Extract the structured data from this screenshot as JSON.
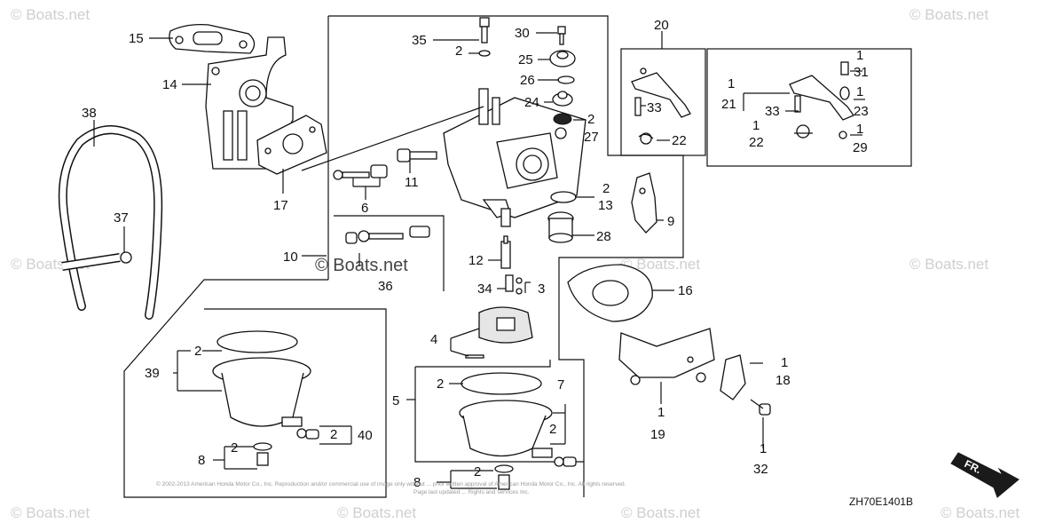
{
  "diagram": {
    "code": "ZH70E1401B",
    "direction_label": "FR.",
    "watermark_text": "© Boats.net",
    "watermark_main": "© Boats.net",
    "copyright_line1": "© 2002-2013 American Honda Motor Co., Inc. Reproduction and/or commercial use of image only without ... prior written approval of American Honda Motor Co., Inc. All rights reserved.",
    "copyright_line2": "Page last updated ... Rights and services Inc."
  },
  "labels": [
    {
      "id": "l15",
      "text": "15"
    },
    {
      "id": "l14",
      "text": "14"
    },
    {
      "id": "l38",
      "text": "38"
    },
    {
      "id": "l17",
      "text": "17"
    },
    {
      "id": "l37",
      "text": "37"
    },
    {
      "id": "l35",
      "text": "35"
    },
    {
      "id": "l2a",
      "text": "2"
    },
    {
      "id": "l30",
      "text": "30"
    },
    {
      "id": "l25",
      "text": "25"
    },
    {
      "id": "l26",
      "text": "26"
    },
    {
      "id": "l24",
      "text": "24"
    },
    {
      "id": "l2b",
      "text": "2"
    },
    {
      "id": "l27",
      "text": "27"
    },
    {
      "id": "l20",
      "text": "20"
    },
    {
      "id": "l33a",
      "text": "33"
    },
    {
      "id": "l22a",
      "text": "22"
    },
    {
      "id": "l1a",
      "text": "1"
    },
    {
      "id": "l31",
      "text": "31"
    },
    {
      "id": "l1b",
      "text": "1"
    },
    {
      "id": "l21",
      "text": "21"
    },
    {
      "id": "l33b",
      "text": "33"
    },
    {
      "id": "l1c",
      "text": "1"
    },
    {
      "id": "l23",
      "text": "23"
    },
    {
      "id": "l1d",
      "text": "1"
    },
    {
      "id": "l22b",
      "text": "22"
    },
    {
      "id": "l1e",
      "text": "1"
    },
    {
      "id": "l29",
      "text": "29"
    },
    {
      "id": "l11",
      "text": "11"
    },
    {
      "id": "l6",
      "text": "6"
    },
    {
      "id": "l2c",
      "text": "2"
    },
    {
      "id": "l13",
      "text": "13"
    },
    {
      "id": "l9",
      "text": "9"
    },
    {
      "id": "l28",
      "text": "28"
    },
    {
      "id": "l10",
      "text": "10"
    },
    {
      "id": "l36",
      "text": "36"
    },
    {
      "id": "l12",
      "text": "12"
    },
    {
      "id": "l34",
      "text": "34"
    },
    {
      "id": "l3",
      "text": "3"
    },
    {
      "id": "l16",
      "text": "16"
    },
    {
      "id": "l4",
      "text": "4"
    },
    {
      "id": "l2d",
      "text": "2"
    },
    {
      "id": "l39",
      "text": "39"
    },
    {
      "id": "l5",
      "text": "5"
    },
    {
      "id": "l2e",
      "text": "2"
    },
    {
      "id": "l7",
      "text": "7"
    },
    {
      "id": "l2f",
      "text": "2"
    },
    {
      "id": "l2g",
      "text": "2"
    },
    {
      "id": "l40",
      "text": "40"
    },
    {
      "id": "l8a",
      "text": "8"
    },
    {
      "id": "l2h",
      "text": "2"
    },
    {
      "id": "l8b",
      "text": "8"
    },
    {
      "id": "l2i",
      "text": "2"
    },
    {
      "id": "l1f",
      "text": "1"
    },
    {
      "id": "l18",
      "text": "18"
    },
    {
      "id": "l1g",
      "text": "1"
    },
    {
      "id": "l19",
      "text": "19"
    },
    {
      "id": "l1h",
      "text": "1"
    },
    {
      "id": "l32",
      "text": "32"
    }
  ],
  "colors": {
    "line": "#111111",
    "watermark": "#cfcfcf",
    "arrow": "#1a1a1a"
  }
}
